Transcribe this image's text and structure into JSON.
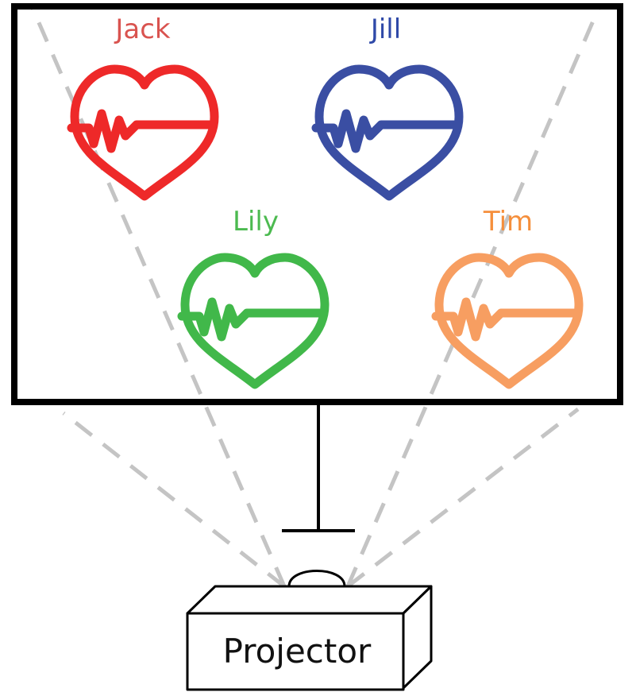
{
  "participants": [
    {
      "name": "Jack",
      "color": "#ee2929",
      "label_color": "#d9534f",
      "icon": "heart-pulse-icon"
    },
    {
      "name": "Jill",
      "color": "#3a4ea3",
      "label_color": "#2f49a8",
      "icon": "heart-pulse-icon"
    },
    {
      "name": "Lily",
      "color": "#41b84a",
      "label_color": "#4cba50",
      "icon": "heart-pulse-icon"
    },
    {
      "name": "Tim",
      "color": "#f79e61",
      "label_color": "#f58f3c",
      "icon": "heart-pulse-icon"
    }
  ],
  "projector": {
    "label": "Projector"
  },
  "colors": {
    "frame": "#000000",
    "beam": "#c4c4c4"
  }
}
